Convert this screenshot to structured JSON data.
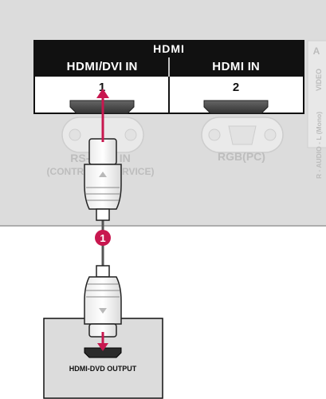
{
  "panel": {
    "group_title": "HDMI",
    "ports": [
      {
        "brand": "HDMI",
        "suffix": "/DVI IN",
        "number": "1"
      },
      {
        "brand": "HDMI",
        "suffix": " IN",
        "number": "2"
      }
    ],
    "side_panel": {
      "top_letter": "A",
      "video_label": "VIDEO",
      "audio_label": "R - AUDIO - L (Mono)"
    },
    "rs232_label_line1": "RS-232C IN",
    "rs232_label_line2": "(CONTROL & SERVICE)",
    "rgb_label": "RGB(PC)"
  },
  "callout": {
    "number": "1"
  },
  "device": {
    "output_label": "HDMI-DVD OUTPUT"
  },
  "colors": {
    "panel_bg": "#dcdcdc",
    "port_header_bg": "#111111",
    "accent": "#c8174f"
  }
}
